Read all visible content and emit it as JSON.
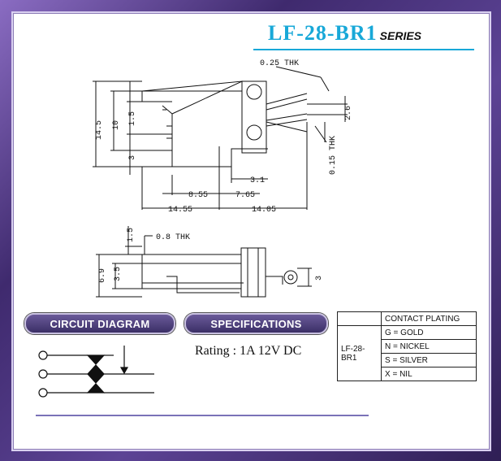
{
  "title": {
    "model": "LF-28-BR1",
    "series": "SERIES"
  },
  "dims_top": {
    "thk1": "0.25 THK",
    "thk2": "0.15 THK",
    "h145": "14.5",
    "h10": "10",
    "h15": "1.5",
    "h3": "3",
    "h26": "2.6",
    "w31": "3.1",
    "w855": "8.55",
    "w765": "7.65",
    "w1455": "14.55",
    "w1405": "14.05"
  },
  "dims_side": {
    "thk": "0.8 THK",
    "h15": "1.5",
    "h69": "6.9",
    "h35": "3.5",
    "h3": "3"
  },
  "sections": {
    "circuit": "CIRCUIT DIAGRAM",
    "specs": "SPECIFICATIONS"
  },
  "rating": "Rating : 1A 12V DC",
  "plating": {
    "header": "CONTACT PLATING",
    "model": "LF-28-BR1",
    "rows": [
      "G = GOLD",
      "N = NICKEL",
      "S = SILVER",
      "X = NIL"
    ]
  },
  "colors": {
    "accent": "#18a8d8",
    "frame": "#5b3f8f"
  }
}
